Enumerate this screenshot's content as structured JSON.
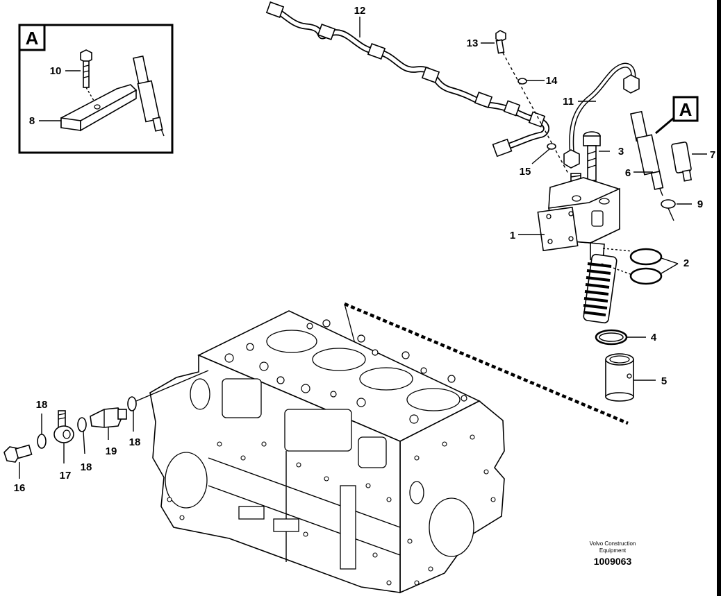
{
  "detail_box": {
    "letter": "A",
    "callouts": {
      "c10": "10",
      "c8": "8"
    }
  },
  "detail_marker": {
    "letter": "A"
  },
  "callouts": {
    "c1": "1",
    "c2": "2",
    "c3": "3",
    "c4": "4",
    "c5": "5",
    "c6": "6",
    "c7": "7",
    "c9": "9",
    "c11": "11",
    "c12": "12",
    "c13": "13",
    "c14": "14",
    "c15": "15",
    "c16": "16",
    "c17": "17",
    "c18a": "18",
    "c18b": "18",
    "c18c": "18",
    "c19": "19"
  },
  "footer": {
    "brand_line1": "Volvo Construction",
    "brand_line2": "Equipment",
    "drawing_number": "1009063"
  }
}
